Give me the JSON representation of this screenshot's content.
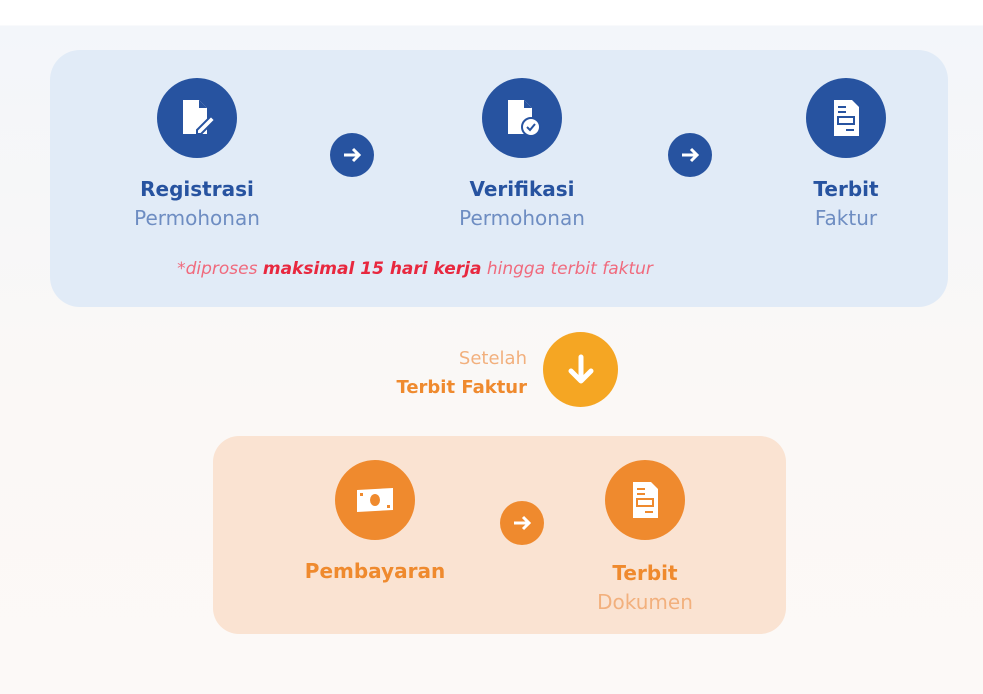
{
  "top_flow": {
    "steps": [
      {
        "title": "Registrasi",
        "subtitle": "Permohonan",
        "icon": "document-edit-icon"
      },
      {
        "title": "Verifikasi",
        "subtitle": "Permohonan",
        "icon": "document-check-icon"
      },
      {
        "title": "Terbit",
        "subtitle": "Faktur",
        "icon": "invoice-icon"
      }
    ],
    "note_prefix": "*diproses ",
    "note_bold": "maksimal 15 hari kerja",
    "note_suffix": " hingga terbit faktur"
  },
  "transition": {
    "line1": "Setelah",
    "line2": "Terbit Faktur",
    "icon": "arrow-down-icon"
  },
  "bottom_flow": {
    "steps": [
      {
        "title": "Pembayaran",
        "icon": "money-icon"
      },
      {
        "title": "Terbit",
        "subtitle": "Dokumen",
        "icon": "document-icon"
      }
    ]
  },
  "colors": {
    "blue": "#2753a0",
    "orange": "#ef8a2e",
    "yellow": "#f5a623",
    "red": "#e8283f"
  }
}
